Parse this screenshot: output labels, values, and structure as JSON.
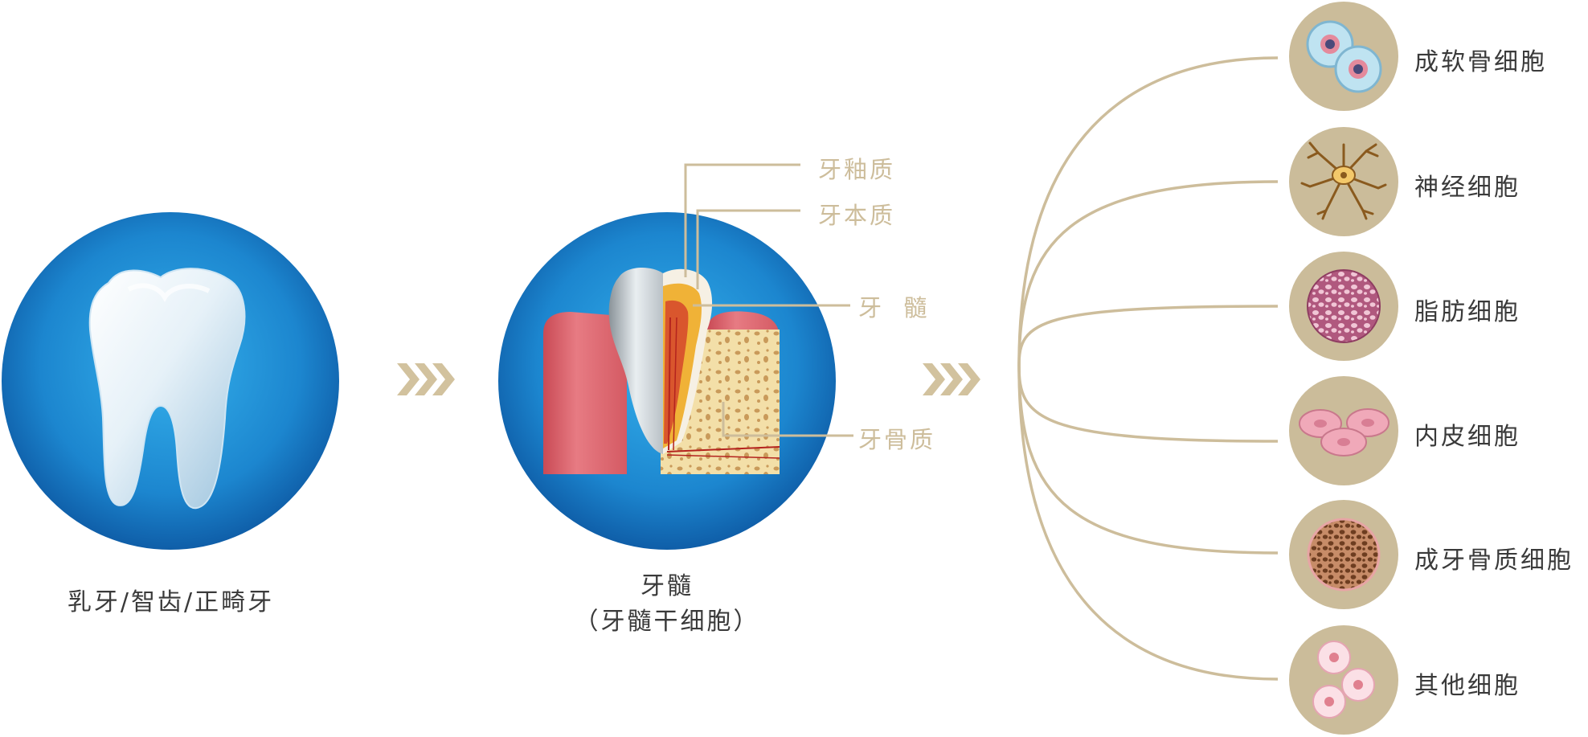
{
  "stages": [
    {
      "label": "乳牙/智齿/正畸牙"
    },
    {
      "label_line1": "牙髓",
      "label_line2": "（牙髓干细胞）"
    }
  ],
  "tooth_parts": {
    "enamel": "牙釉质",
    "dentin": "牙本质",
    "pulp": "牙  髓",
    "cementum": "牙骨质"
  },
  "cells": [
    {
      "label": "成软骨细胞",
      "icon": "chondroblast-icon"
    },
    {
      "label": "神经细胞",
      "icon": "neuron-icon"
    },
    {
      "label": "脂肪细胞",
      "icon": "adipocyte-icon"
    },
    {
      "label": "内皮细胞",
      "icon": "endothelial-cell-icon"
    },
    {
      "label": "成牙骨质细胞",
      "icon": "cementoblast-icon"
    },
    {
      "label": "其他细胞",
      "icon": "other-cells-icon"
    }
  ],
  "colors": {
    "gold": "#cdbd9b",
    "icon_bg": "#cbbc9a",
    "circle_blue": "#1e8fd4",
    "text": "#3a3a3a"
  }
}
